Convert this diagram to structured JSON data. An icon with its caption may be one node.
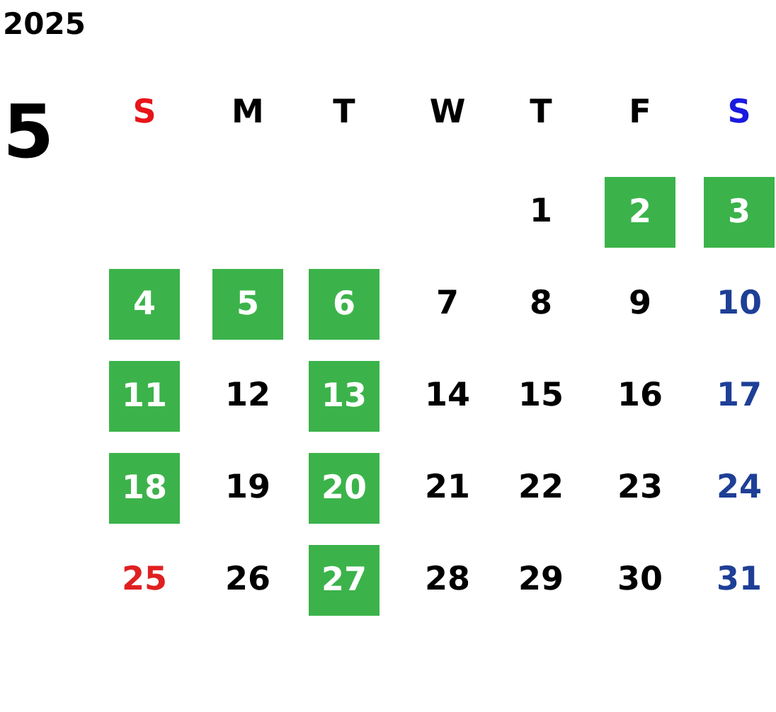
{
  "diagram": {
    "nodes": [
      {
        "text": [
          "2"
        ]
      },
      {
        "text": [
          "3"
        ]
      },
      {
        "text": [
          "4"
        ]
      },
      {
        "text": [
          "5"
        ]
      },
      {
        "text": [
          "6"
        ]
      },
      {
        "text": [
          "11"
        ]
      },
      {
        "text": [
          "13"
        ]
      },
      {
        "text": [
          "18"
        ]
      },
      {
        "text": [
          "20"
        ]
      },
      {
        "text": [
          "27"
        ]
      }
    ],
    "labels": [
      "2025",
      "5",
      "S",
      "M",
      "T",
      "W",
      "T",
      "F",
      "S",
      "1",
      "7",
      "8",
      "9",
      "10",
      "12",
      "14",
      "15",
      "16",
      "17",
      "19",
      "21",
      "22",
      "23",
      "24",
      "25",
      "26",
      "28",
      "29",
      "30",
      "31"
    ]
  }
}
